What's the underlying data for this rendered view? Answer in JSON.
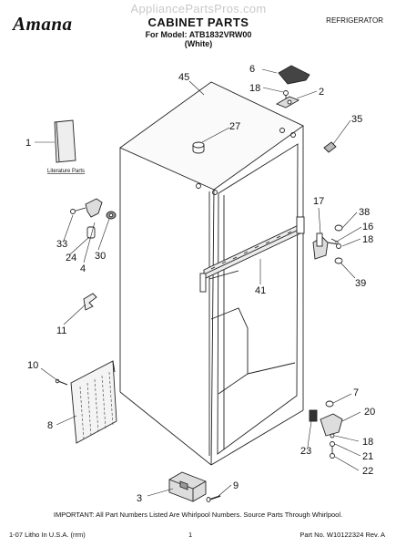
{
  "header": {
    "brand": "Amana",
    "watermark": "AppliancePartsPros.com",
    "title": "CABINET PARTS",
    "model_line": "For Model: ATB1832VRW00",
    "variant": "(White)",
    "category": "REFRIGERATOR"
  },
  "diagram": {
    "callouts": [
      "1",
      "2",
      "3",
      "4",
      "6",
      "7",
      "8",
      "9",
      "10",
      "11",
      "16",
      "17",
      "18",
      "18",
      "18",
      "20",
      "21",
      "22",
      "23",
      "24",
      "27",
      "30",
      "33",
      "35",
      "38",
      "39",
      "41",
      "45"
    ],
    "literature_label": "Literature Parts"
  },
  "footer": {
    "note": "IMPORTANT: All Part Numbers Listed Are Whirlpool Numbers. Source Parts Through Whirlpool.",
    "print_info": "1-07 Litho In U.S.A. (rrm)",
    "page": "1",
    "part_number": "Part No. W10122324 Rev. A"
  }
}
